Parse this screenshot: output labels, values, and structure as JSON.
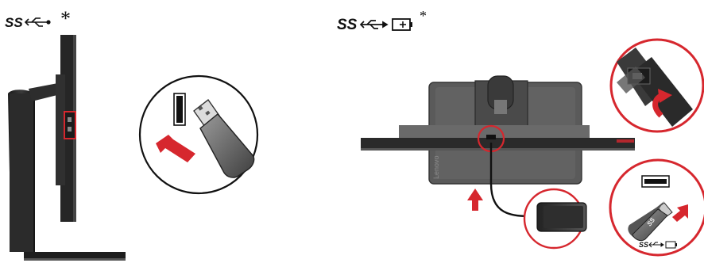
{
  "left_panel": {
    "usb_label": "SS",
    "asterisk": "*",
    "icons": [
      "usb-superspeed-icon",
      "usb-drive-icon",
      "insert-arrow-icon",
      "usb-port-icon"
    ]
  },
  "right_panel": {
    "usb_label": "SS",
    "asterisk": "*",
    "icons": [
      "usb-superspeed-icon",
      "battery-charge-icon",
      "phone-icon",
      "insert-arrow-icon",
      "usb-drive-icon"
    ],
    "stand_logo": "Lenovo",
    "drive_label": "SS",
    "drive_caption": "SS"
  },
  "colors": {
    "monitor": "#2a2a2a",
    "monitor_light": "#555555",
    "callout_circle": "#d6272e",
    "arrow": "#d6272e",
    "stand_back": "#555555"
  }
}
